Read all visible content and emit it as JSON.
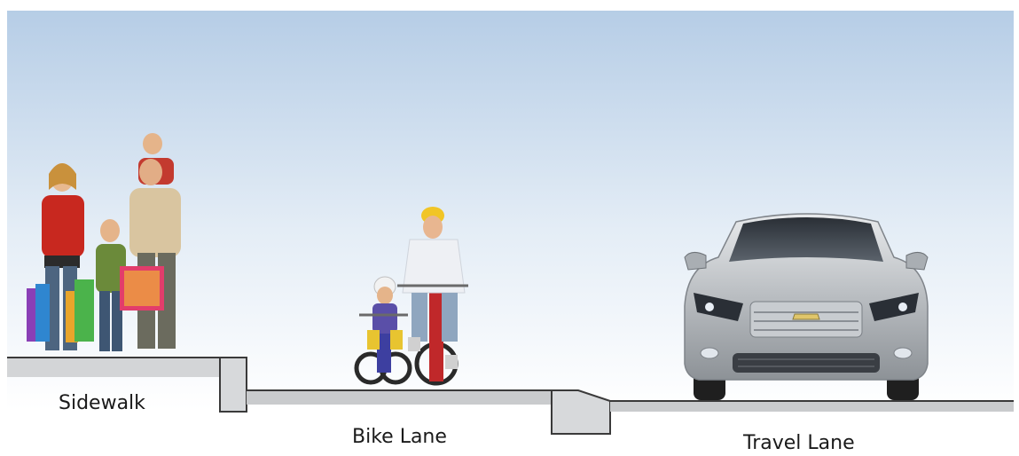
{
  "labels": {
    "sidewalk": "Sidewalk",
    "bike_lane": "Bike Lane",
    "travel_lane": "Travel Lane"
  },
  "colors": {
    "sky_top": "#b6cde6",
    "sky_bottom": "#ffffff",
    "ground_fill": "#c9cbcd",
    "ground_stroke": "#3a3a3a",
    "label_text": "#1a1a1a"
  }
}
